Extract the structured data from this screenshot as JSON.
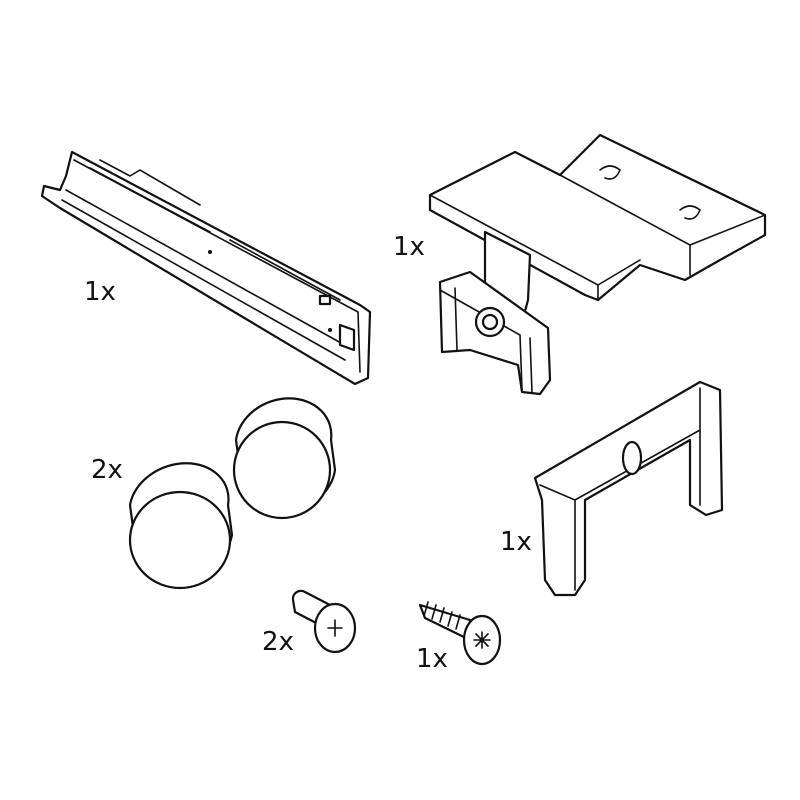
{
  "parts": [
    {
      "name": "rail",
      "quantity": "1x"
    },
    {
      "name": "mounting-bracket-plate",
      "quantity": "1x"
    },
    {
      "name": "round-cap",
      "quantity": "2x"
    },
    {
      "name": "u-clip",
      "quantity": "1x"
    },
    {
      "name": "machine-screw",
      "quantity": "2x"
    },
    {
      "name": "wood-screw",
      "quantity": "1x"
    }
  ]
}
